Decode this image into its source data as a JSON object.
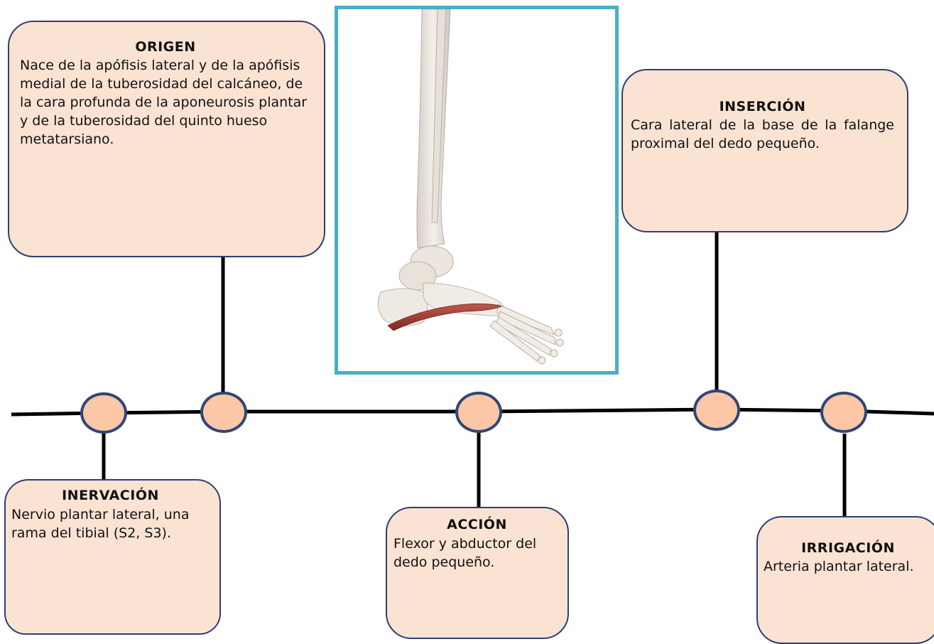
{
  "topics": {
    "origen": {
      "title": "ORIGEN",
      "text": "Nace de la apófisis lateral y de la apófisis medial de la tuberosidad del calcáneo, de la cara profunda de la aponeurosis plantar y de la tuberosidad del quinto hueso metatarsiano."
    },
    "insercion": {
      "title": "INSERCIÓN",
      "text": "Cara lateral de la base de la falange proximal del dedo pequeño."
    },
    "inervacion": {
      "title": "INERVACIÓN",
      "text": "Nervio plantar lateral, una rama del tibial (S2, S3)."
    },
    "accion": {
      "title": "ACCIÓN",
      "text": "Flexor y abductor del dedo pequeño."
    },
    "irrigacion": {
      "title": "IRRIGACIÓN",
      "text": "Arteria plantar lateral."
    }
  },
  "colors": {
    "card_fill": "#fbe3d3",
    "card_border": "#2f3f72",
    "node_fill": "#fcc7a6",
    "node_border": "#2f4776",
    "line": "#000000",
    "figure_border": "#4bafc4",
    "muscle": "#a8443a"
  },
  "figure": {
    "subject": "leg-foot-skeleton-with-abductor-digiti-minimi-muscle"
  }
}
